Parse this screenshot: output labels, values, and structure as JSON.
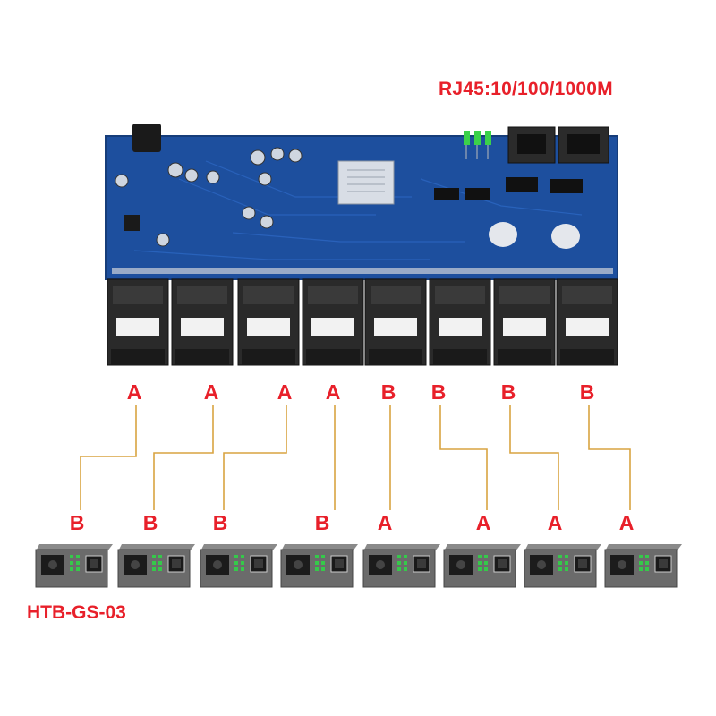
{
  "header": {
    "rj45_label": "RJ45:10/100/1000M"
  },
  "board": {
    "fiber_ports": [
      {
        "port_label": "A"
      },
      {
        "port_label": "A"
      },
      {
        "port_label": "A"
      },
      {
        "port_label": "A"
      },
      {
        "port_label": "B"
      },
      {
        "port_label": "B"
      },
      {
        "port_label": "B"
      },
      {
        "port_label": "B"
      }
    ]
  },
  "converters": {
    "model_label": "HTB-GS-03",
    "units": [
      {
        "port_label": "B"
      },
      {
        "port_label": "B"
      },
      {
        "port_label": "B"
      },
      {
        "port_label": "B"
      },
      {
        "port_label": "A"
      },
      {
        "port_label": "A"
      },
      {
        "port_label": "A"
      },
      {
        "port_label": "A"
      }
    ]
  },
  "colors": {
    "label_red": "#e8202a",
    "pcb_blue": "#1d4f9e",
    "fiber_line": "#d9a441",
    "module_black": "#2a2a2a",
    "converter_gray": "#6b6b6b"
  }
}
